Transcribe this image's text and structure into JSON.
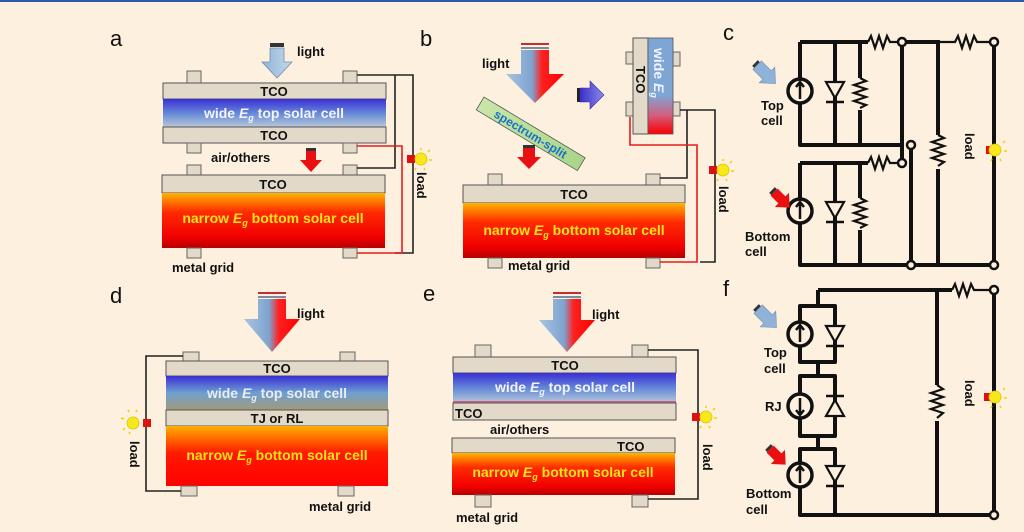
{
  "figure": {
    "panels": {
      "a": {
        "letter": "a",
        "light": "light",
        "tco_top": "TCO",
        "top_cell": "wide ",
        "top_cell_eg": "E",
        "top_cell_sub": "g",
        "top_cell_rest": " top solar cell",
        "tco_mid": "TCO",
        "gap": "air/others",
        "tco_bottom": "TCO",
        "bottom_cell": "narrow ",
        "bottom_cell_eg": "E",
        "bottom_cell_sub": "g",
        "bottom_cell_rest": " bottom solar cell",
        "grid": "metal grid",
        "load": "load"
      },
      "b": {
        "letter": "b",
        "light": "light",
        "splitter": "spectrum-split",
        "side_tco": "TCO",
        "side_cell": "wide ",
        "side_cell_eg": "E",
        "side_cell_sub": "g",
        "tco_bottom": "TCO",
        "bottom_cell": "narrow ",
        "bottom_cell_eg": "E",
        "bottom_cell_sub": "g",
        "bottom_cell_rest": " bottom solar cell",
        "grid": "metal grid",
        "load": "load"
      },
      "c": {
        "letter": "c",
        "top_cell": "Top",
        "top_cell2": "cell",
        "bottom_cell": "Bottom",
        "bottom_cell2": "cell",
        "load": "load"
      },
      "d": {
        "letter": "d",
        "light": "light",
        "tco_top": "TCO",
        "top_cell": "wide ",
        "top_cell_eg": "E",
        "top_cell_sub": "g",
        "top_cell_rest": " top solar cell",
        "junction": "TJ or RL",
        "bottom_cell": "narrow ",
        "bottom_cell_eg": "E",
        "bottom_cell_sub": "g",
        "bottom_cell_rest": " bottom solar cell",
        "grid": "metal grid",
        "load": "load"
      },
      "e": {
        "letter": "e",
        "light": "light",
        "tco_top": "TCO",
        "top_cell": "wide ",
        "top_cell_eg": "E",
        "top_cell_sub": "g",
        "top_cell_rest": " top solar cell",
        "tco_mid": "TCO",
        "gap": "air/others",
        "tco_bottom": "TCO",
        "bottom_cell": "narrow ",
        "bottom_cell_eg": "E",
        "bottom_cell_sub": "g",
        "bottom_cell_rest": " bottom solar cell",
        "grid": "metal grid",
        "load": "load"
      },
      "f": {
        "letter": "f",
        "top_cell": "Top",
        "top_cell2": "cell",
        "rj": "RJ",
        "bottom_cell": "Bottom",
        "bottom_cell2": "cell",
        "load": "load"
      }
    },
    "colors": {
      "background": "#fdf0df",
      "tco": "#e2d9c8",
      "wide_cell": "#4a48d8",
      "narrow_cell": "#ff1a00",
      "wire_red": "#e81c1c",
      "bulb": "#f7e81a"
    }
  }
}
